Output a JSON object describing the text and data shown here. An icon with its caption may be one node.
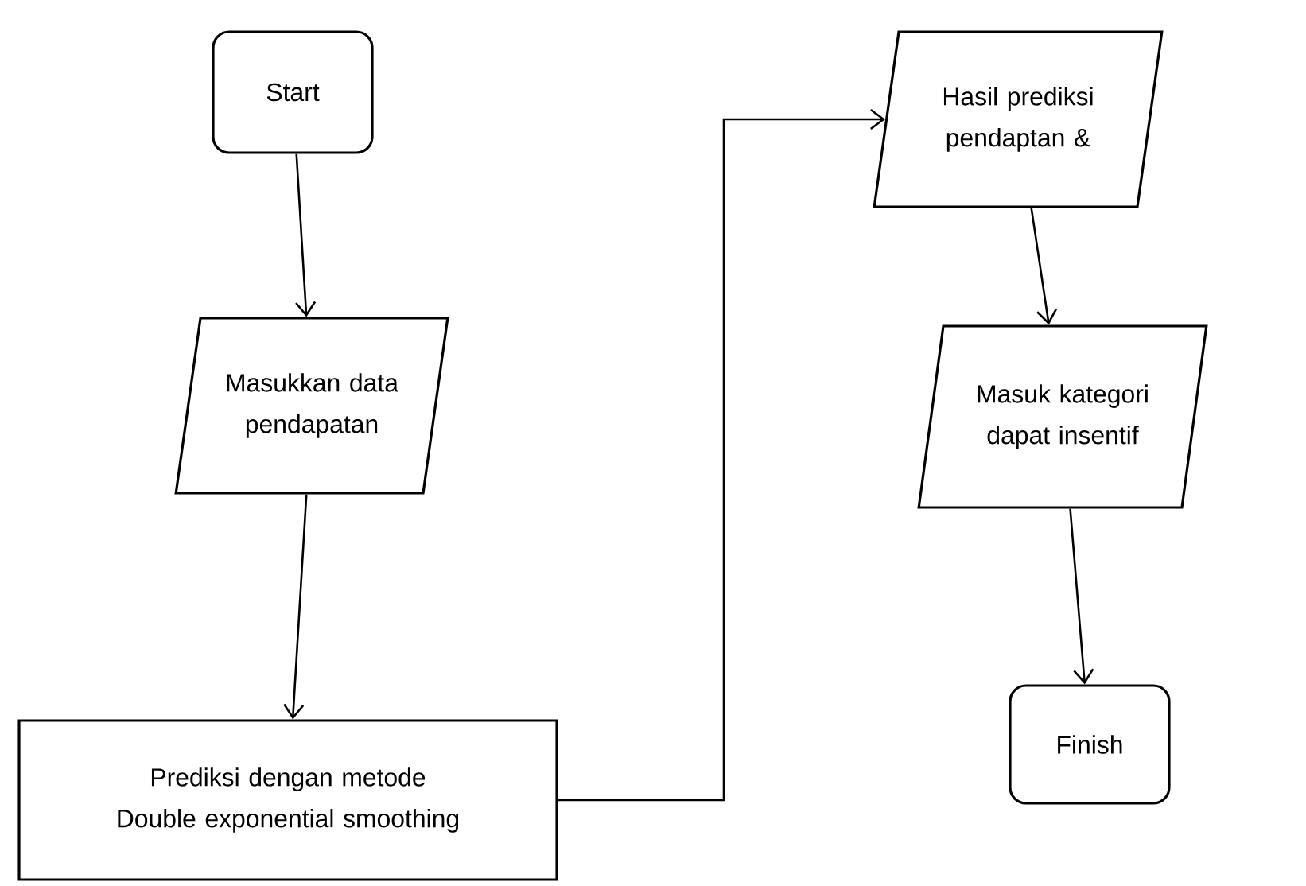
{
  "diagram": {
    "nodes": [
      {
        "text": [
          "Start"
        ]
      },
      {
        "text": [
          "Masukkan data pendapatan"
        ]
      },
      {
        "text": [
          "Prediksi dengan metode Double exponential smoothing"
        ]
      },
      {
        "text": [
          "Hasil prediksi pendaptan &"
        ]
      },
      {
        "text": [
          "Masuk kategori dapat insentif"
        ]
      },
      {
        "text": [
          "Finish"
        ]
      }
    ],
    "edges": [
      {
        "from": 0,
        "to": 1,
        "arrow": "to"
      },
      {
        "from": 1,
        "to": 2,
        "arrow": "to"
      },
      {
        "from": 2,
        "to": 3,
        "arrow": "to"
      },
      {
        "from": 3,
        "to": 4,
        "arrow": "to"
      },
      {
        "from": 4,
        "to": 5,
        "arrow": "to"
      }
    ]
  }
}
